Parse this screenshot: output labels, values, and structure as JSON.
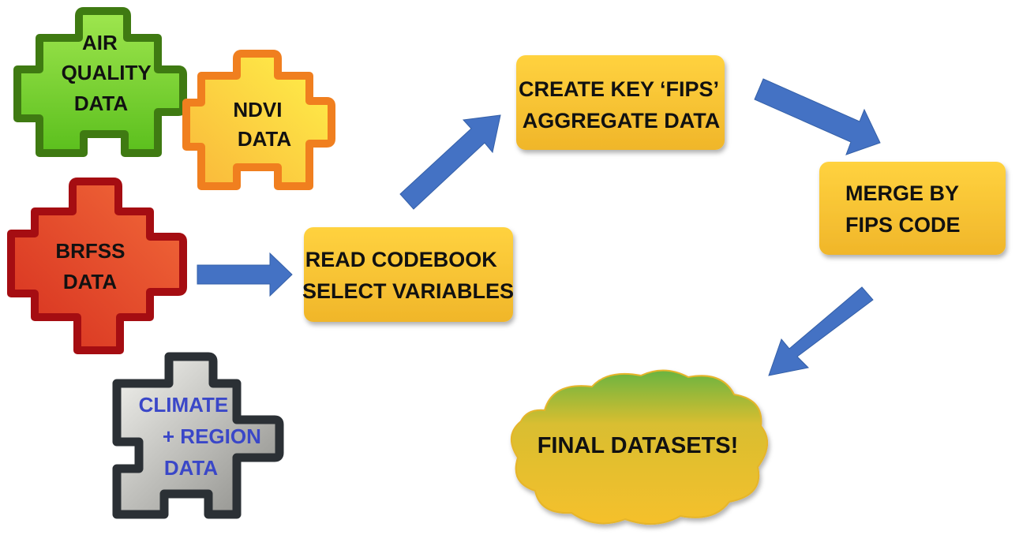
{
  "pieces": {
    "air_quality": {
      "lines": [
        "AIR",
        "QUALITY",
        "DATA"
      ],
      "fill_top": "#9fe64f",
      "fill_bottom": "#5bbf1d",
      "stroke": "#3f7a12",
      "text_color": "#111111"
    },
    "ndvi": {
      "lines": [
        "NDVI",
        "DATA"
      ],
      "fill_top": "#fff24a",
      "fill_bottom": "#f9b73a",
      "stroke": "#f07f1f",
      "text_color": "#111111"
    },
    "brfss": {
      "lines": [
        "BRFSS",
        "DATA"
      ],
      "fill_top": "#f0502e",
      "fill_bottom": "#d6301f",
      "stroke": "#a50d12",
      "text_color": "#111111"
    },
    "climate": {
      "lines": [
        "CLIMATE",
        "+ REGION",
        "DATA"
      ],
      "fill_top": "#f4f4f0",
      "fill_bottom": "#8a8a86",
      "stroke": "#2b3035",
      "text_color": "#3a47c8"
    }
  },
  "steps": {
    "read_codebook": {
      "lines": [
        "READ CODEBOOK",
        "SELECT VARIABLES"
      ]
    },
    "create_key": {
      "lines": [
        "CREATE KEY ‘FIPS’",
        "AGGREGATE DATA"
      ]
    },
    "merge": {
      "lines": [
        "MERGE BY",
        "FIPS CODE"
      ]
    }
  },
  "result": {
    "label": "FINAL DATASETS!"
  },
  "colors": {
    "box_top": "#ffd23f",
    "box_bottom": "#f0b62a",
    "arrow": "#4472c4",
    "cloud_top": "#6ab440",
    "cloud_bottom": "#f5c02c"
  }
}
